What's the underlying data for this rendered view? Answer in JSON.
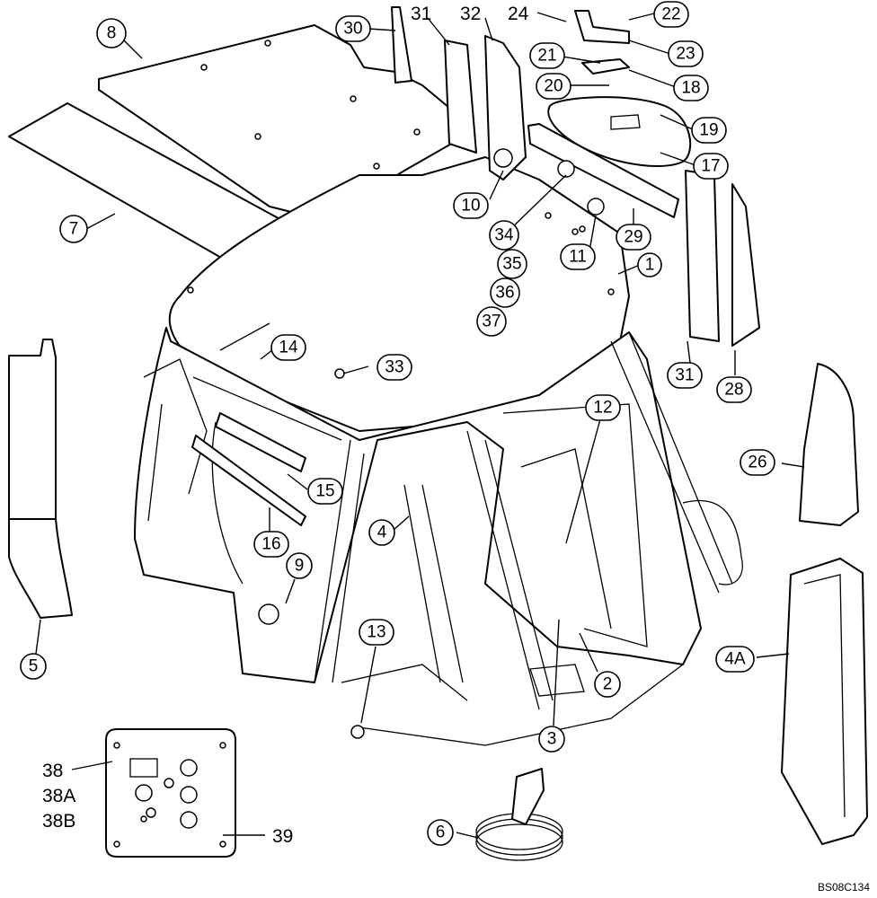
{
  "diagram_code": "BS08C134",
  "callouts": [
    {
      "id": "c8",
      "label": "8"
    },
    {
      "id": "c7",
      "label": "7"
    },
    {
      "id": "c30",
      "label": "30"
    },
    {
      "id": "c22",
      "label": "22"
    },
    {
      "id": "c23",
      "label": "23"
    },
    {
      "id": "c21",
      "label": "21"
    },
    {
      "id": "c20",
      "label": "20"
    },
    {
      "id": "c18",
      "label": "18"
    },
    {
      "id": "c19",
      "label": "19"
    },
    {
      "id": "c17",
      "label": "17"
    },
    {
      "id": "c10",
      "label": "10"
    },
    {
      "id": "c34",
      "label": "34"
    },
    {
      "id": "c35",
      "label": "35"
    },
    {
      "id": "c36",
      "label": "36"
    },
    {
      "id": "c37",
      "label": "37"
    },
    {
      "id": "c11",
      "label": "11"
    },
    {
      "id": "c29",
      "label": "29"
    },
    {
      "id": "c1",
      "label": "1"
    },
    {
      "id": "c14",
      "label": "14"
    },
    {
      "id": "c33",
      "label": "33"
    },
    {
      "id": "c31b",
      "label": "31"
    },
    {
      "id": "c28",
      "label": "28"
    },
    {
      "id": "c12",
      "label": "12"
    },
    {
      "id": "c26",
      "label": "26"
    },
    {
      "id": "c15",
      "label": "15"
    },
    {
      "id": "c16",
      "label": "16"
    },
    {
      "id": "c4",
      "label": "4"
    },
    {
      "id": "c9",
      "label": "9"
    },
    {
      "id": "c5",
      "label": "5"
    },
    {
      "id": "c13",
      "label": "13"
    },
    {
      "id": "c2",
      "label": "2"
    },
    {
      "id": "c3",
      "label": "3"
    },
    {
      "id": "c4A",
      "label": "4A"
    },
    {
      "id": "c6",
      "label": "6"
    }
  ],
  "plain_labels": [
    {
      "id": "p31",
      "label": "31"
    },
    {
      "id": "p32",
      "label": "32"
    },
    {
      "id": "p24",
      "label": "24"
    },
    {
      "id": "p38",
      "label": "38"
    },
    {
      "id": "p38A",
      "label": "38A"
    },
    {
      "id": "p38B",
      "label": "38B"
    },
    {
      "id": "p39",
      "label": "39"
    }
  ]
}
